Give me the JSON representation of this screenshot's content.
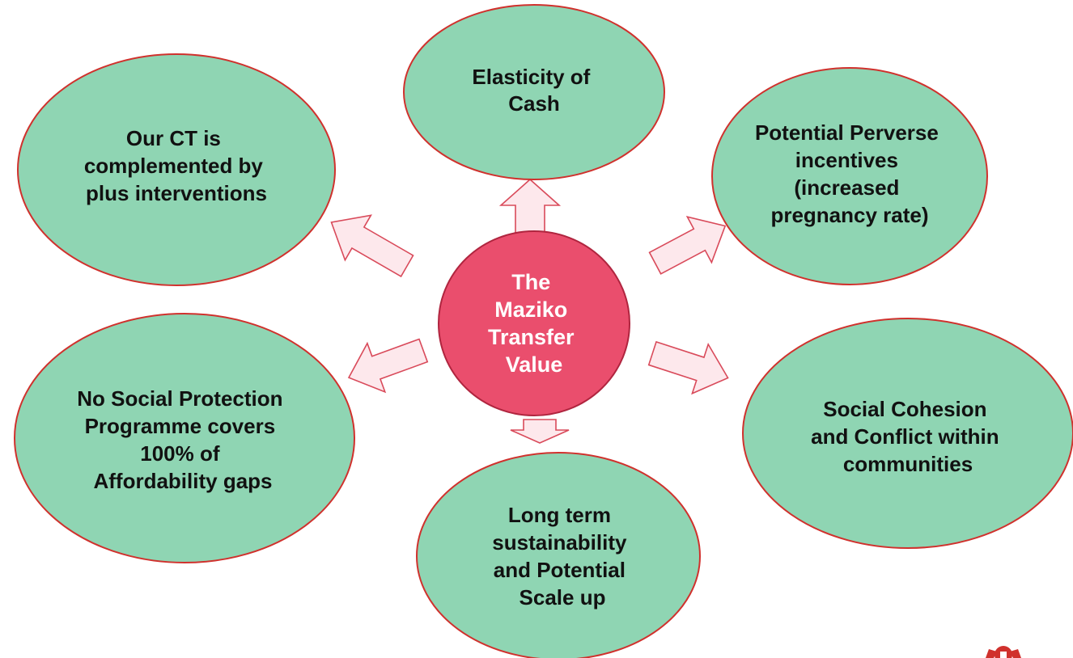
{
  "diagram": {
    "center": {
      "lines": [
        "The",
        "Maziko",
        "Transfer",
        "Value"
      ]
    },
    "nodes": [
      {
        "id": "elasticity",
        "lines": [
          "Elasticity of",
          "Cash"
        ]
      },
      {
        "id": "perverse",
        "lines": [
          "Potential Perverse",
          "incentives",
          "(increased",
          "pregnancy rate)"
        ]
      },
      {
        "id": "cohesion",
        "lines": [
          "Social Cohesion",
          "and Conflict within",
          "communities"
        ]
      },
      {
        "id": "sustainability",
        "lines": [
          "Long term",
          "sustainability",
          "and Potential",
          "Scale up"
        ]
      },
      {
        "id": "coverage",
        "lines": [
          "No Social Protection",
          "Programme covers",
          "100% of",
          "Affordability gaps"
        ]
      },
      {
        "id": "plus",
        "lines": [
          "Our CT is",
          "complemented by",
          "plus interventions"
        ]
      }
    ]
  },
  "colors": {
    "node_fill": "#8fd5b3",
    "node_stroke": "#d0312d",
    "center_fill": "#ea4e6d",
    "arrow_fill": "#fde8ec",
    "arrow_stroke": "#d94a5a"
  }
}
